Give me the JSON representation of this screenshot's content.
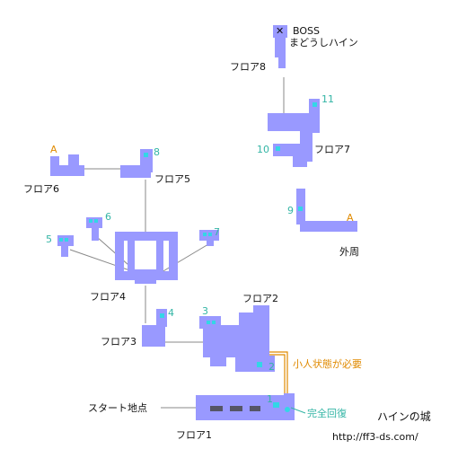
{
  "map": {
    "title": "ハインの城",
    "url": "http://ff3-ds.com/",
    "boss": {
      "label": "BOSS",
      "name": "まどうしハイン"
    },
    "floors": {
      "f1": "フロア1",
      "f2": "フロア2",
      "f3": "フロア3",
      "f4": "フロア4",
      "f5": "フロア5",
      "f6": "フロア6",
      "f7": "フロア7",
      "f8": "フロア8",
      "outer": "外周"
    },
    "start": "スタート地点",
    "recovery": "完全回復",
    "note": "小人状態が必要",
    "entrances": {
      "f6": "A",
      "outer": "A"
    },
    "chests": [
      "1",
      "2",
      "3",
      "4",
      "5",
      "6",
      "7",
      "8",
      "9",
      "10",
      "11"
    ],
    "colors": {
      "room": "#9999ff",
      "chest": "#33d6e6",
      "chest_number": "#33b5a5",
      "note": "#e08a00",
      "path": "#888888"
    }
  }
}
